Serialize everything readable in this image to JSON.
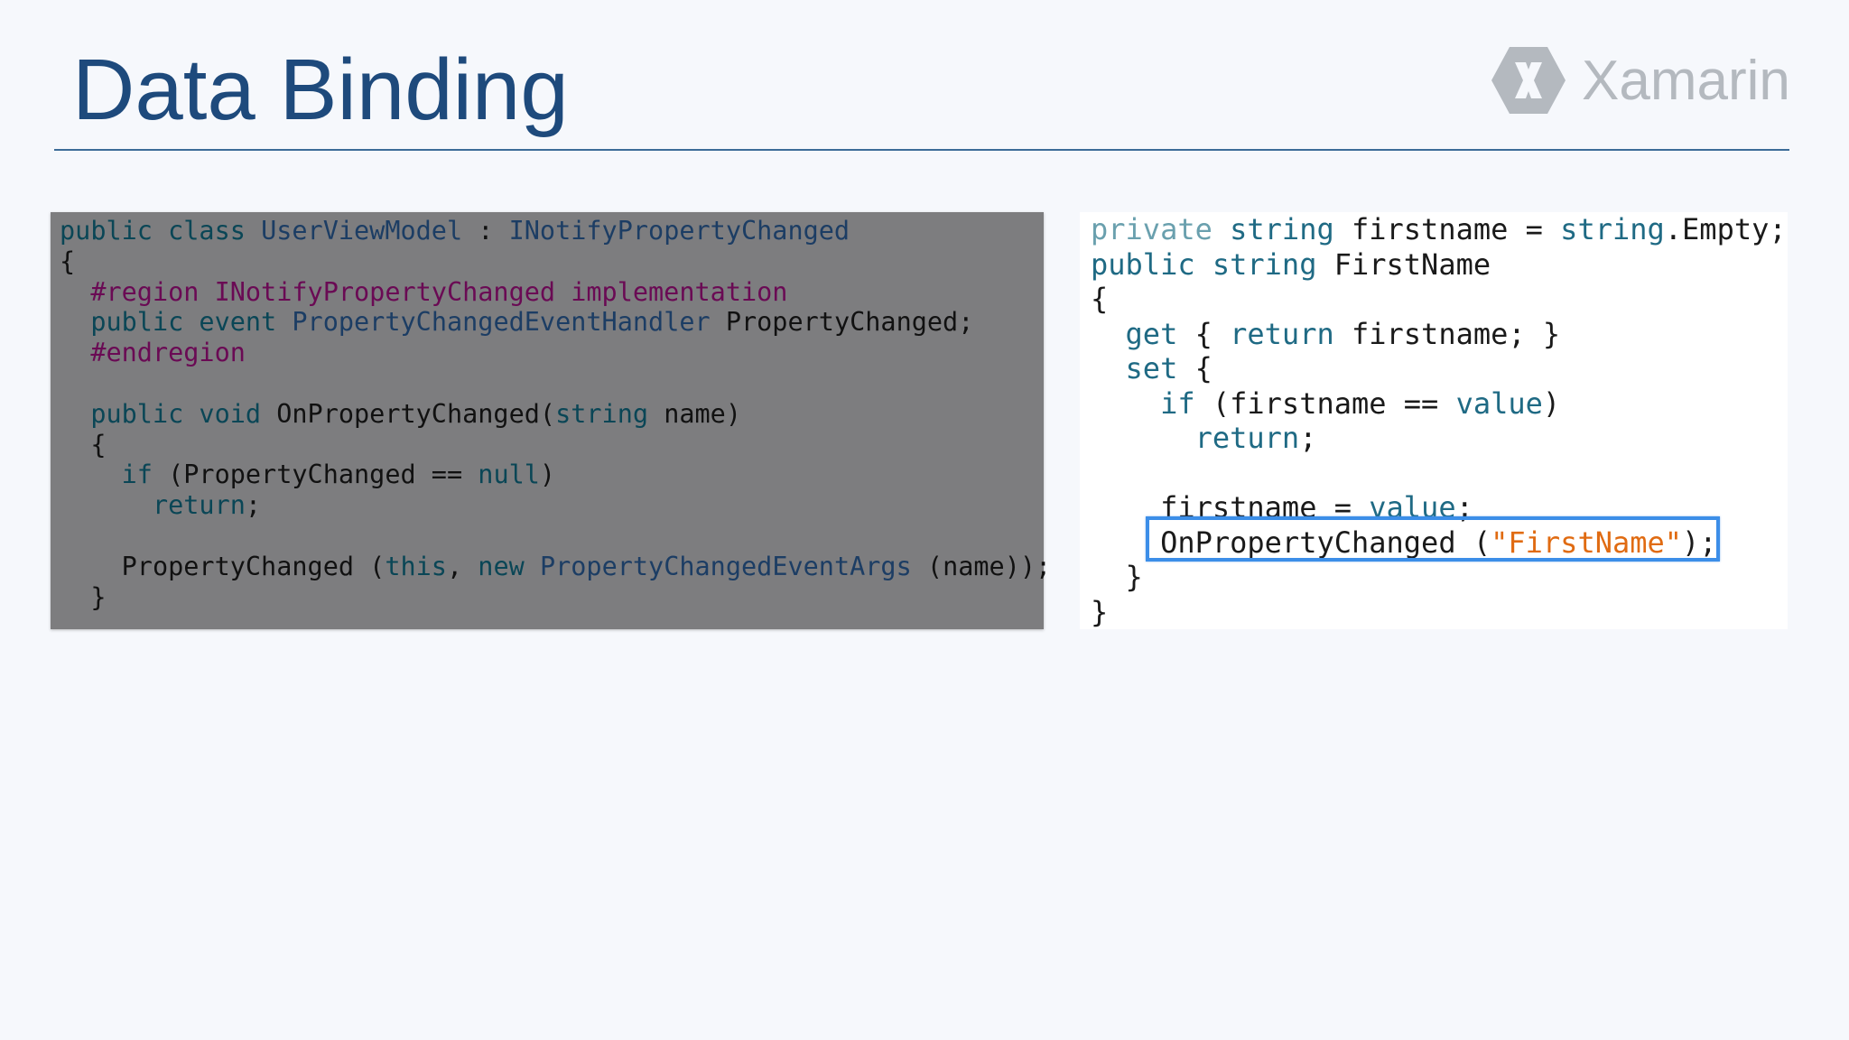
{
  "slide": {
    "title": "Data Binding",
    "brand": "Xamarin",
    "brand_icon": "xamarin-hexagon-icon"
  },
  "left_code": {
    "lines": [
      [
        {
          "t": "public class ",
          "c": "kw"
        },
        {
          "t": "UserViewModel",
          "c": "typ"
        },
        {
          "t": " : ",
          "c": "pl"
        },
        {
          "t": "INotifyPropertyChanged",
          "c": "typ"
        }
      ],
      [
        {
          "t": "{",
          "c": "pl"
        }
      ],
      [
        {
          "t": "  #region INotifyPropertyChanged implementation",
          "c": "pre"
        }
      ],
      [
        {
          "t": "  public event ",
          "c": "kw"
        },
        {
          "t": "PropertyChangedEventHandler",
          "c": "typ"
        },
        {
          "t": " PropertyChanged;",
          "c": "pl"
        }
      ],
      [
        {
          "t": "  #endregion",
          "c": "pre"
        }
      ],
      [
        {
          "t": "",
          "c": "pl"
        }
      ],
      [
        {
          "t": "  public void ",
          "c": "kw"
        },
        {
          "t": "OnPropertyChanged(",
          "c": "pl"
        },
        {
          "t": "string",
          "c": "kw"
        },
        {
          "t": " name)",
          "c": "pl"
        }
      ],
      [
        {
          "t": "  {",
          "c": "pl"
        }
      ],
      [
        {
          "t": "    if",
          "c": "kw"
        },
        {
          "t": " (PropertyChanged == ",
          "c": "pl"
        },
        {
          "t": "null",
          "c": "kw"
        },
        {
          "t": ")",
          "c": "pl"
        }
      ],
      [
        {
          "t": "      return",
          "c": "kw"
        },
        {
          "t": ";",
          "c": "pl"
        }
      ],
      [
        {
          "t": "",
          "c": "pl"
        }
      ],
      [
        {
          "t": "    PropertyChanged (",
          "c": "pl"
        },
        {
          "t": "this",
          "c": "kw"
        },
        {
          "t": ", ",
          "c": "pl"
        },
        {
          "t": "new ",
          "c": "kw"
        },
        {
          "t": "PropertyChangedEventArgs",
          "c": "typ"
        },
        {
          "t": " (name));",
          "c": "pl"
        }
      ],
      [
        {
          "t": "  }",
          "c": "pl"
        }
      ]
    ]
  },
  "right_code": {
    "lines": [
      [
        {
          "t": "private ",
          "c": "rpriv"
        },
        {
          "t": "string",
          "c": "rkw"
        },
        {
          "t": " firstname = ",
          "c": "rtx"
        },
        {
          "t": "string",
          "c": "rkw"
        },
        {
          "t": ".Empty;",
          "c": "rtx"
        }
      ],
      [
        {
          "t": "public ",
          "c": "rkw"
        },
        {
          "t": "string",
          "c": "rkw"
        },
        {
          "t": " FirstName",
          "c": "rtx"
        }
      ],
      [
        {
          "t": "{",
          "c": "rtx"
        }
      ],
      [
        {
          "t": "  get",
          "c": "rkw"
        },
        {
          "t": " { ",
          "c": "rtx"
        },
        {
          "t": "return",
          "c": "rkw"
        },
        {
          "t": " firstname; }",
          "c": "rtx"
        }
      ],
      [
        {
          "t": "  set",
          "c": "rkw"
        },
        {
          "t": " {",
          "c": "rtx"
        }
      ],
      [
        {
          "t": "    if",
          "c": "rkw"
        },
        {
          "t": " (firstname == ",
          "c": "rtx"
        },
        {
          "t": "value",
          "c": "rkw"
        },
        {
          "t": ")",
          "c": "rtx"
        }
      ],
      [
        {
          "t": "      return",
          "c": "rkw"
        },
        {
          "t": ";",
          "c": "rtx"
        }
      ],
      [
        {
          "t": "",
          "c": "rtx"
        }
      ],
      [
        {
          "t": "    firstname = ",
          "c": "rtx"
        },
        {
          "t": "value",
          "c": "rkw"
        },
        {
          "t": ";",
          "c": "rtx"
        }
      ],
      [
        {
          "t": "    OnPropertyChanged (",
          "c": "rtx"
        },
        {
          "t": "\"FirstName\"",
          "c": "rstr"
        },
        {
          "t": ");",
          "c": "rtx"
        }
      ],
      [
        {
          "t": "  }",
          "c": "rtx"
        }
      ],
      [
        {
          "t": "}",
          "c": "rtx"
        }
      ]
    ]
  },
  "colors": {
    "title": "#1e4a7c",
    "rule": "#3c6c98",
    "highlight_border": "#3c8ee8",
    "left_panel_bg": "#7d7d7f",
    "string_literal": "#e06b12"
  }
}
